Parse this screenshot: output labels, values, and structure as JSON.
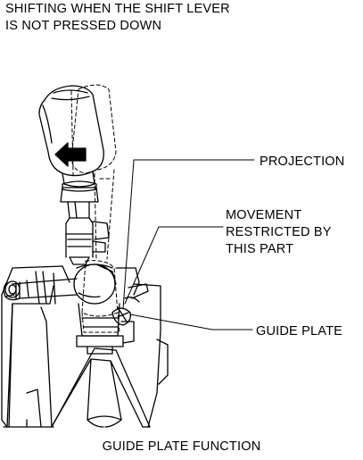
{
  "header": {
    "title_lines": [
      "SHIFTING WHEN THE SHIFT LEVER",
      "IS NOT PRESSED DOWN"
    ]
  },
  "labels": {
    "projection": "PROJECTION",
    "movement_lines": [
      "MOVEMENT",
      "RESTRICTED BY",
      "THIS PART"
    ],
    "guide_plate": "GUIDE PLATE"
  },
  "caption": "GUIDE PLATE FUNCTION",
  "colors": {
    "ink": "#000000",
    "background": "#ffffff",
    "shade": "#cccccc"
  }
}
